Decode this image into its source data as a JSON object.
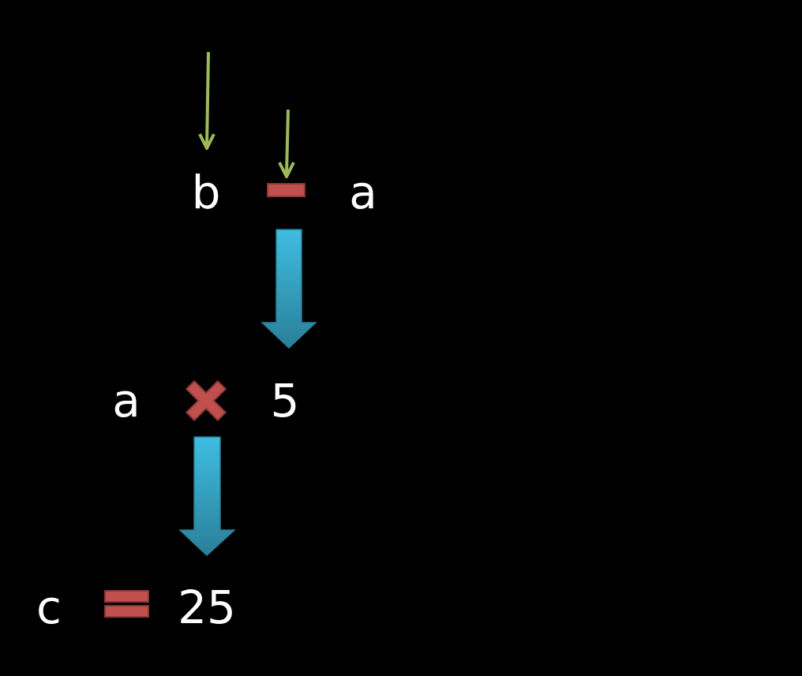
{
  "terms": {
    "row1_left": "b",
    "row1_right": "a",
    "row2_left": "a",
    "row2_right": "5",
    "row3_left": "c",
    "row3_right": "25"
  },
  "icons": {
    "minus": "minus-icon",
    "multiply": "multiply-icon",
    "equals": "equals-icon",
    "pointer": "arrow-down-icon",
    "flow": "block-arrow-down-icon"
  },
  "colors": {
    "background": "#000000",
    "text": "#ffffff",
    "operator_fill": "#c0504d",
    "operator_border": "#8c3836",
    "pointer_arrow": "#9bbb59",
    "flow_arrow_top": "#3fbde0",
    "flow_arrow_bottom": "#2a7f99"
  }
}
